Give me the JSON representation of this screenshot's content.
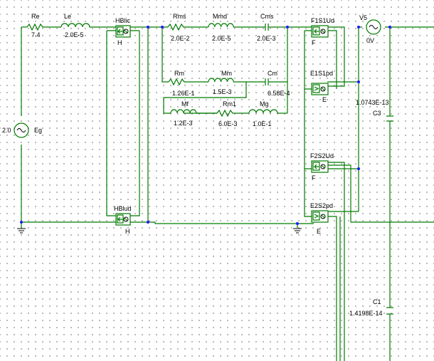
{
  "components": {
    "re": {
      "name": "Re",
      "value": "7.4"
    },
    "le": {
      "name": "Le",
      "value": "2.0E-5"
    },
    "hblic": {
      "name": "HBlic",
      "port": "H"
    },
    "hblud": {
      "name": "HBlud",
      "port": "H"
    },
    "rms": {
      "name": "Rms",
      "value": "2.0E-2"
    },
    "mmd": {
      "name": "Mmd",
      "value": "2.0E-5"
    },
    "cms": {
      "name": "Cms",
      "value": "2.0E-3"
    },
    "rm": {
      "name": "Rm",
      "value": "1.26E-1"
    },
    "mm": {
      "name": "Mm",
      "value": "1.5E-3"
    },
    "cm": {
      "name": "Cm",
      "value": "6.58E-4"
    },
    "mf": {
      "name": "Mf",
      "value": "1.2E-3"
    },
    "rm1": {
      "name": "Rm1",
      "value": "6.0E-3"
    },
    "mg": {
      "name": "Mg",
      "value": "1.0E-1"
    },
    "eg": {
      "name": "Eg",
      "value": "2.0"
    },
    "f1s1ud": {
      "name": "F1S1Ud",
      "port": "F"
    },
    "e1s1pd": {
      "name": "E1S1pd",
      "port": "E"
    },
    "f2s2ud": {
      "name": "F2S2Ud",
      "port": "F"
    },
    "e2s2pd": {
      "name": "E2S2pd",
      "port": "E"
    },
    "v5": {
      "name": "V5",
      "value": "0V"
    },
    "c3": {
      "name": "C3",
      "value": "1.0743E-13"
    },
    "c1": {
      "name": "C1",
      "value": "1.4198E-14"
    }
  }
}
